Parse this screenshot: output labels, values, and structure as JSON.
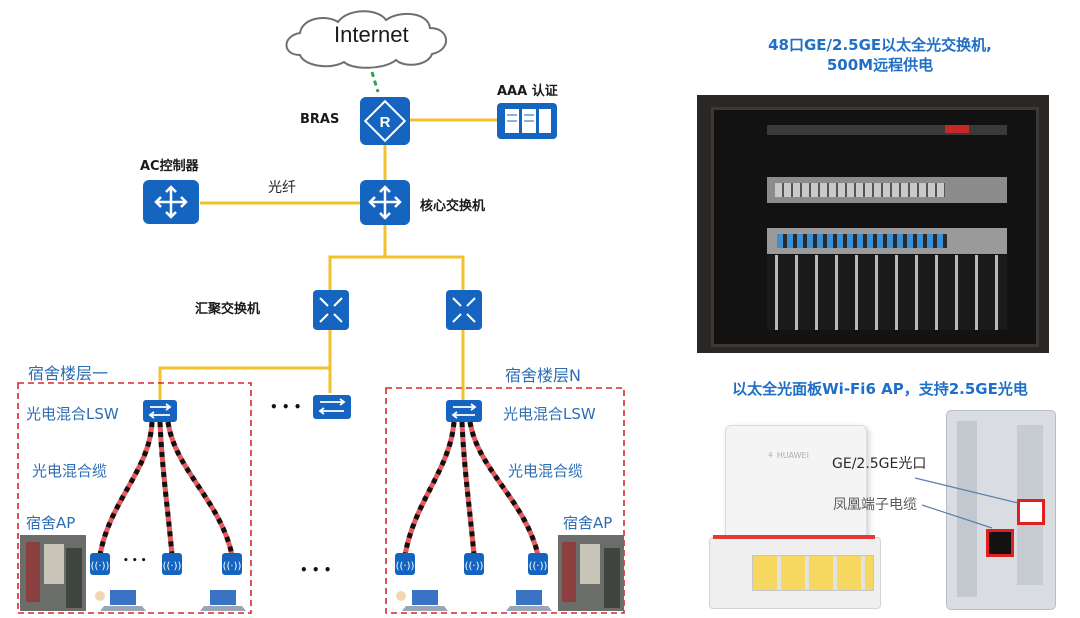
{
  "network": {
    "internet": "Internet",
    "bras": "BRAS",
    "aaa": "AAA 认证",
    "ac": "AC控制器",
    "fiber": "光纤",
    "core": "核心交换机",
    "aggregation": "汇聚交换机",
    "floor1": "宿舍楼层一",
    "floorN": "宿舍楼层N",
    "lsw_left": "光电混合LSW",
    "lsw_right": "光电混合LSW",
    "cable_left": "光电混合缆",
    "cable_right": "光电混合缆",
    "ap_left": "宿舍AP",
    "ap_right": "宿舍AP",
    "ellipsis_mid": "• • •",
    "ellipsis_bottom": "• • •",
    "ellipsis_ap": "• • •"
  },
  "right_panel": {
    "switch_caption_line1": "48口GE/2.5GE以太全光交换机,",
    "switch_caption_line2": "500M远程供电",
    "ap_caption": "以太全光面板Wi-Fi6 AP，支持2.5GE光电",
    "port_label": "GE/2.5GE光口",
    "cable_label": "凤凰端子电缆"
  },
  "colors": {
    "link_yellow": "#f2c12e",
    "device_blue": "#1565c0",
    "label_blue": "#2e6db4",
    "dashed_red": "#d9262b",
    "cable_red": "#e8585b"
  },
  "icons": [
    "cloud-icon",
    "router-icon",
    "server-icon",
    "switch-icon",
    "wifi-ap-icon",
    "laptop-icon"
  ]
}
